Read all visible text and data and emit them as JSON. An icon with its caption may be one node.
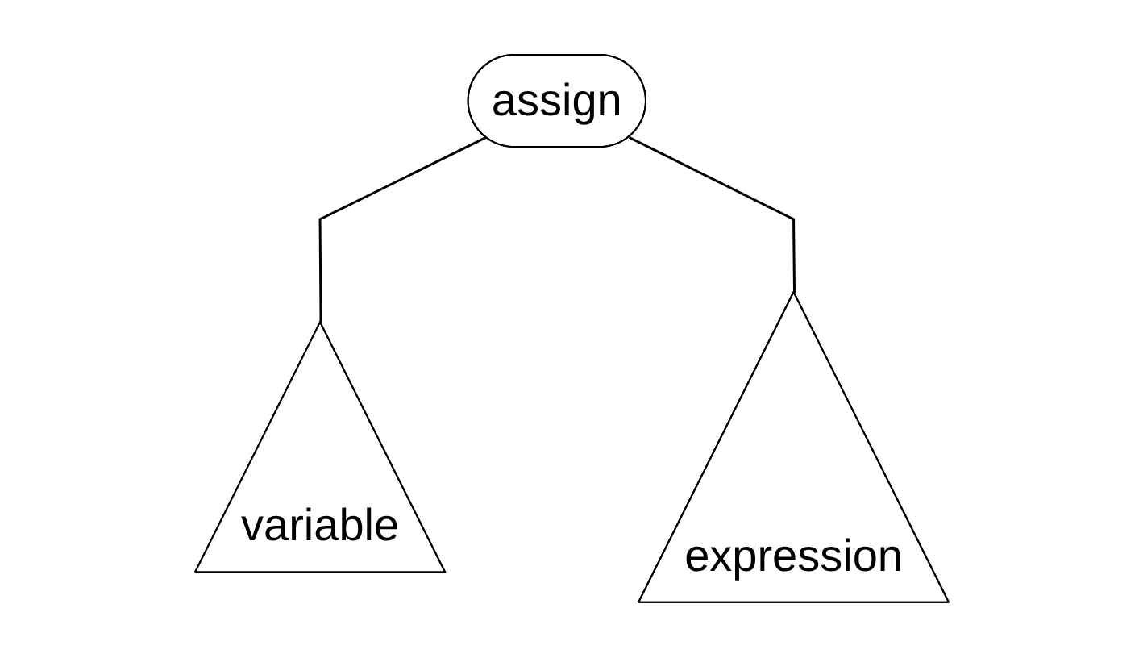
{
  "diagram": {
    "nodes": [
      {
        "text": [
          "assign"
        ]
      },
      {
        "text": [
          "variable"
        ]
      },
      {
        "text": [
          "expression"
        ]
      }
    ],
    "edges": [
      {
        "from": 0,
        "to": 1,
        "arrow": "none"
      },
      {
        "from": 0,
        "to": 2,
        "arrow": "none"
      }
    ]
  }
}
